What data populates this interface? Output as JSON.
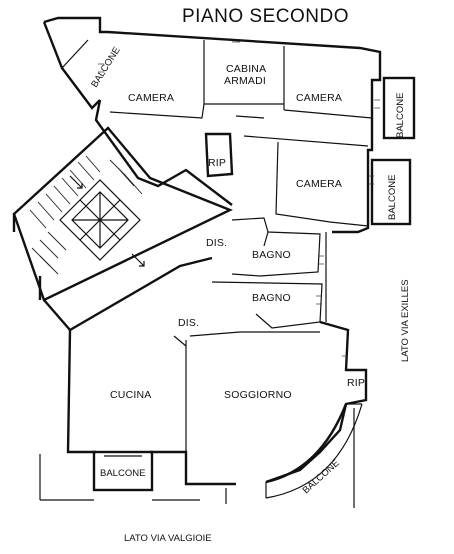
{
  "title": "PIANO SECONDO",
  "rooms": {
    "camera_1": "CAMERA",
    "cabina_line1": "CABINA",
    "cabina_line2": "ARMADI",
    "camera_2": "CAMERA",
    "camera_3": "CAMERA",
    "rip_1": "RIP",
    "dis_1": "DIS.",
    "bagno_1": "BAGNO",
    "bagno_2": "BAGNO",
    "dis_2": "DIS.",
    "cucina": "CUCINA",
    "soggiorno": "SOGGIORNO",
    "rip_2": "RIP"
  },
  "balconies": {
    "top_left": "BALCONE",
    "right_1": "BALCONE",
    "right_2": "BALCONE",
    "bottom": "BALCONE",
    "curved": "BALCONE"
  },
  "side_labels": {
    "right": "LATO VIA EXILLES",
    "bottom": "LATO VIA VALGIOIE"
  }
}
